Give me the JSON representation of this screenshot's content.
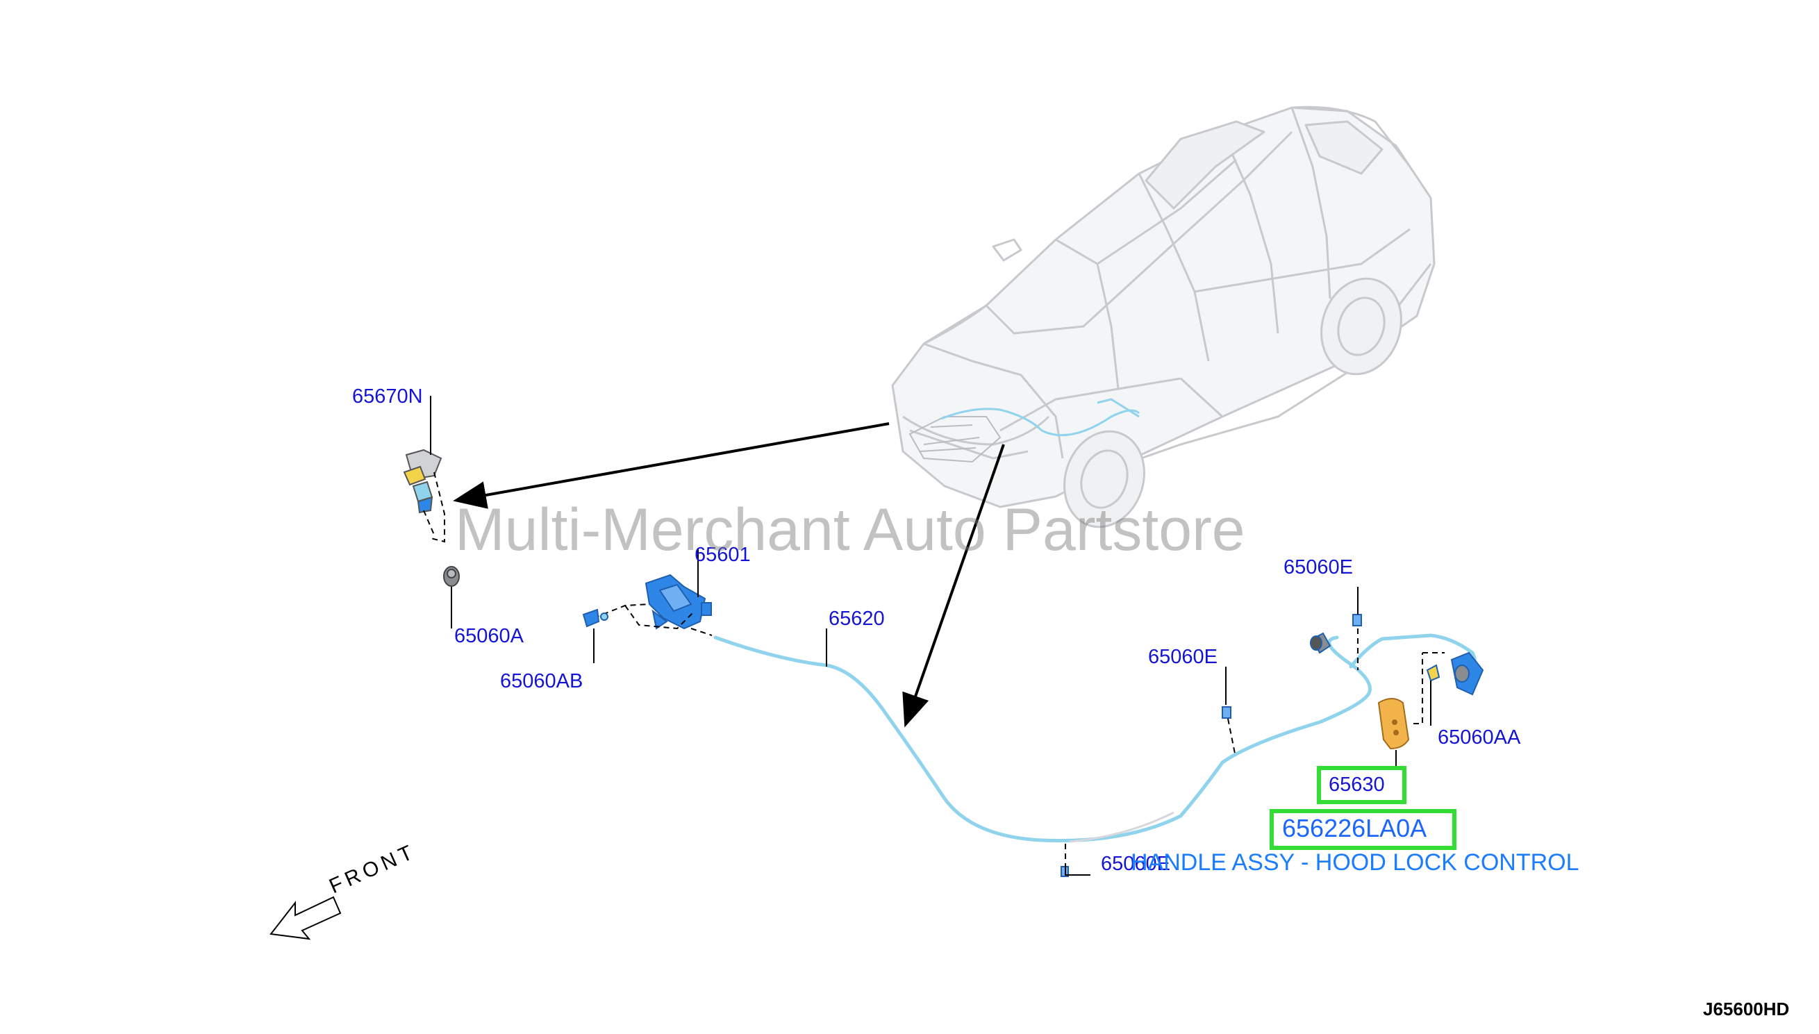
{
  "diagram": {
    "code": "J65600HD",
    "watermark": "Multi-Merchant Auto Partstore",
    "front_label": "FRONT",
    "colors": {
      "callout": "#1414d8",
      "cable": "#8fd3ec",
      "part_blue": "#2e86e6",
      "part_yellow": "#f2b34a",
      "highlight": "#33dd33",
      "vehicle": "#c7c9cc"
    },
    "callouts": {
      "c65670N": "65670N",
      "c65060A": "65060A",
      "c65601": "65601",
      "c65620": "65620",
      "c65060AB": "65060AB",
      "c65060E_top": "65060E",
      "c65060E_mid": "65060E",
      "c65060E_bottom": "65060E",
      "c65060AA": "65060AA",
      "c65630": "65630"
    },
    "highlight": {
      "part_number": "656226LA0A",
      "description": "HANDLE ASSY - HOOD LOCK CONTROL"
    }
  }
}
